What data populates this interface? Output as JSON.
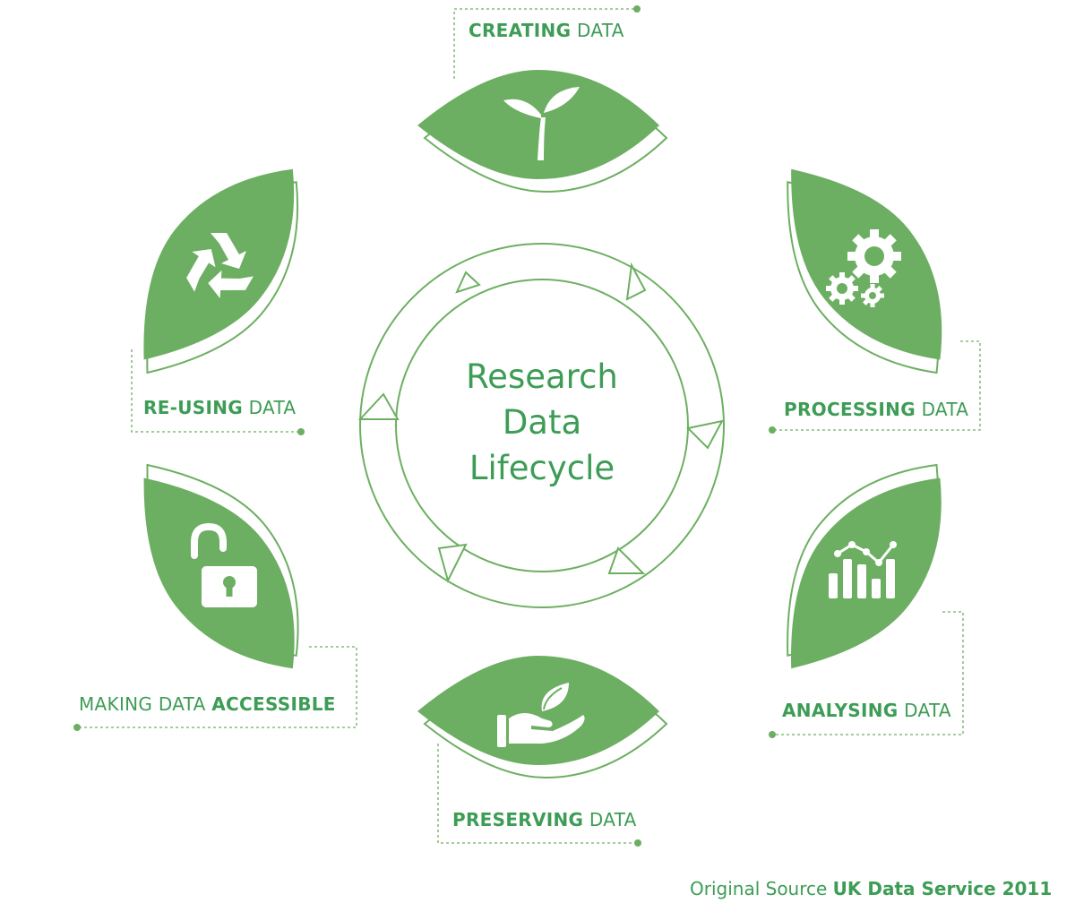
{
  "diagram": {
    "center_title_lines": [
      "Research",
      "Data",
      "Lifecycle"
    ],
    "stages": [
      {
        "bold": "CREATING",
        "plain": " DATA",
        "icon": "sprout-icon"
      },
      {
        "bold": "PROCESSING",
        "plain": " DATA",
        "icon": "gears-icon"
      },
      {
        "bold": "ANALYSING",
        "plain": " DATA",
        "icon": "line-bar-chart-icon"
      },
      {
        "bold": "PRESERVING",
        "plain": " DATA",
        "icon": "hand-leaf-icon"
      },
      {
        "plain": "MAKING DATA ",
        "bold": "ACCESSIBLE",
        "icon": "unlocked-padlock-icon"
      },
      {
        "bold": "RE-USING",
        "plain": " DATA",
        "icon": "recycle-icon"
      }
    ],
    "source_prefix": "Original Source ",
    "source_bold": "UK Data Service 2011"
  },
  "colors": {
    "leaf_fill": "#6daf62",
    "outline": "#6daf62",
    "text": "#3d9c55"
  }
}
